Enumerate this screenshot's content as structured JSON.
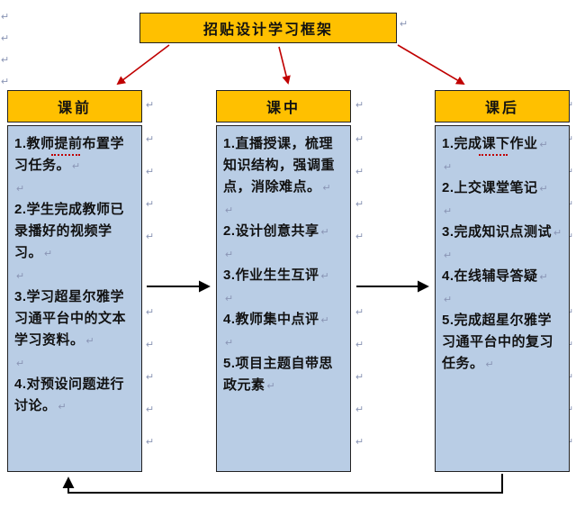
{
  "title": "招贴设计学习框架",
  "columns": [
    {
      "header": "课前",
      "items": [
        "1.教师提前布置学习任务。",
        "2.学生完成教师已录播好的视频学习。",
        "3.学习超星尔雅学习通平台中的文本学习资料。",
        "4.对预设问题进行讨论。"
      ]
    },
    {
      "header": "课中",
      "items": [
        "1.直播授课，梳理知识结构，强调重点，消除难点。",
        "2.设计创意共享",
        "3.作业生生互评",
        "4.教师集中点评",
        "5.项目主题自带思政元素"
      ]
    },
    {
      "header": "课后",
      "items": [
        "1.完成课下作业",
        "2.上交课堂笔记",
        "3.完成知识点测试",
        "4.在线辅导答疑",
        "5.完成超星尔雅学习通平台中的复习任务。"
      ]
    }
  ],
  "icons": {
    "paragraph_mark": "↵"
  },
  "colors": {
    "box_fill": "#FFC000",
    "content_fill": "#B9CDE5",
    "arrow_red": "#C00000",
    "arrow_black": "#000000",
    "border": "#222222"
  }
}
